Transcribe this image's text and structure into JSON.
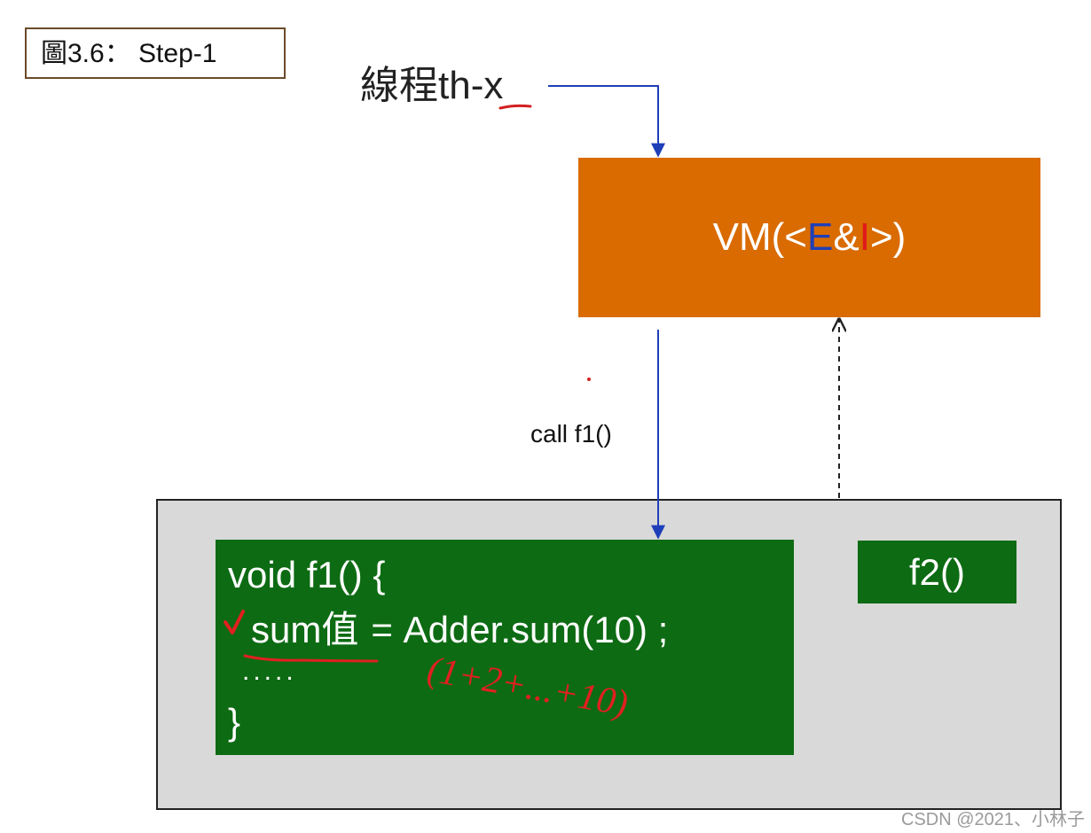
{
  "figure_label": "圖3.6： Step-1",
  "thread_label": "線程th-x",
  "vm": {
    "prefix": "VM(<",
    "e": "E",
    "amp": "&",
    "i": "I",
    "suffix": ">)",
    "color": "#d96b00"
  },
  "call_label": "call f1()",
  "code": {
    "line1": "void f1() {",
    "line2_left": "sum值",
    "line2_mid": "=  Adder.sum(10)  ;",
    "line3": ".....",
    "line4": "}",
    "color": "#0d6b13"
  },
  "f2_label": "f2()",
  "annotations": {
    "handwritten_note": "(1+2+...+10)",
    "checkmark": "✓"
  },
  "watermark": "CSDN @2021、小林子"
}
